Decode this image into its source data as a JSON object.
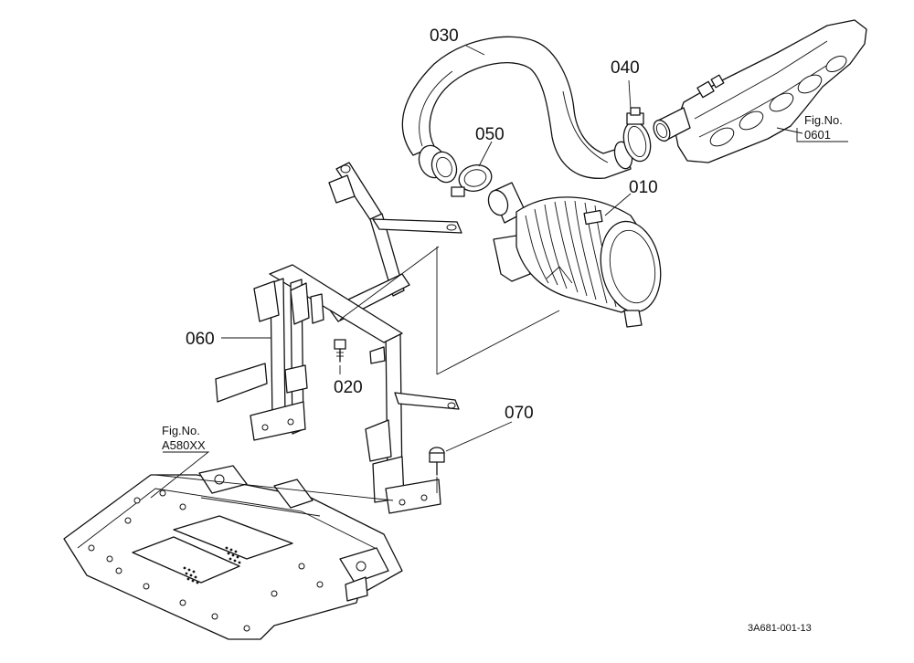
{
  "parts": [
    {
      "id": "p010",
      "label": "010"
    },
    {
      "id": "p020",
      "label": "020"
    },
    {
      "id": "p030",
      "label": "030"
    },
    {
      "id": "p040",
      "label": "040"
    },
    {
      "id": "p050",
      "label": "050"
    },
    {
      "id": "p060",
      "label": "060"
    },
    {
      "id": "p070",
      "label": "070"
    }
  ],
  "figure_refs": {
    "engine": {
      "line1": "Fig.No.",
      "line2": "0601"
    },
    "frame": {
      "line1": "Fig.No.",
      "line2": "A580XX"
    }
  },
  "drawing_code": "3A681-001-13"
}
